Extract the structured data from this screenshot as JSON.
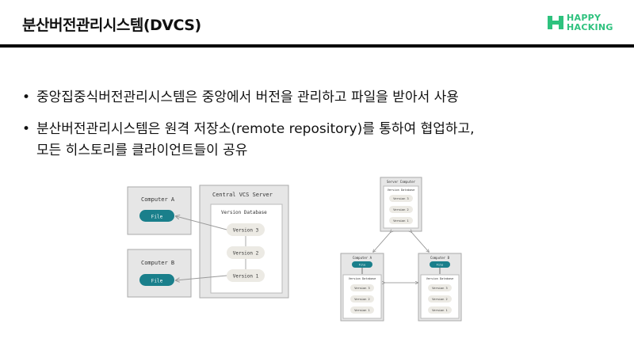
{
  "header": {
    "title": "분산버전관리시스템(DVCS)",
    "logo_line1": "HAPPY",
    "logo_line2": "HACKING",
    "brand_color": "#2ec27e"
  },
  "bullets": [
    {
      "lines": [
        "중앙집중식버전관리시스템은 중앙에서 버전을 관리하고 파일을 받아서 사용"
      ]
    },
    {
      "lines": [
        "분산버전관리시스템은 원격 저장소(remote repository)를 통하여 협업하고,",
        "모든 히스토리를 클라이언트들이 공유"
      ]
    }
  ],
  "central_diagram": {
    "computer_a": "Computer A",
    "computer_b": "Computer B",
    "file_label": "File",
    "server": "Central VCS Server",
    "database": "Version Database",
    "versions": [
      "Version 3",
      "Version 2",
      "Version 1"
    ]
  },
  "distributed_diagram": {
    "server": "Server Computer",
    "computer_a": "Computer A",
    "computer_b": "Computer B",
    "file_label": "File",
    "database": "Version Database",
    "versions": [
      "Version 3",
      "Version 2",
      "Version 1"
    ]
  }
}
